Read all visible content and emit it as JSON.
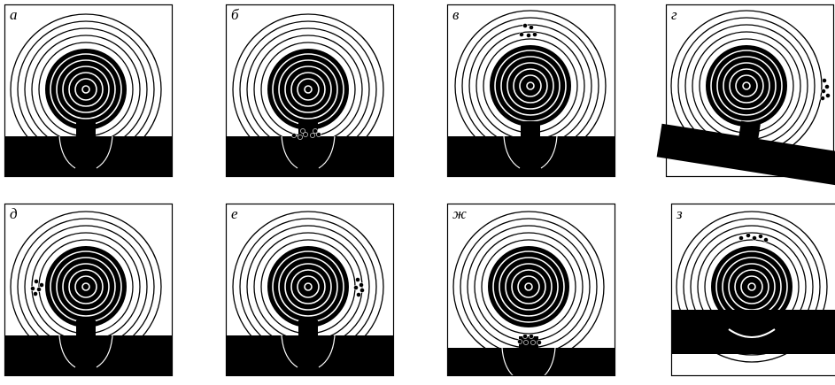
{
  "colors": {
    "ink": "#000000",
    "paper": "#ffffff"
  },
  "panels": [
    {
      "id": "a",
      "label": "а",
      "sight": "frame-bottom",
      "shots": "none"
    },
    {
      "id": "b",
      "label": "б",
      "sight": "frame-bottom",
      "shots": "at-post-tip"
    },
    {
      "id": "v",
      "label": "в",
      "sight": "frame-bottom",
      "shots": "top"
    },
    {
      "id": "g",
      "label": "г",
      "sight": "tilted",
      "shots": "right"
    },
    {
      "id": "d",
      "label": "д",
      "sight": "frame-bottom",
      "shots": "left"
    },
    {
      "id": "e",
      "label": "е",
      "sight": "frame-bottom",
      "shots": "right-edge"
    },
    {
      "id": "zh",
      "label": "ж",
      "sight": "below-frame",
      "shots": "bottom"
    },
    {
      "id": "z",
      "label": "з",
      "sight": "high",
      "shots": "top"
    }
  ]
}
